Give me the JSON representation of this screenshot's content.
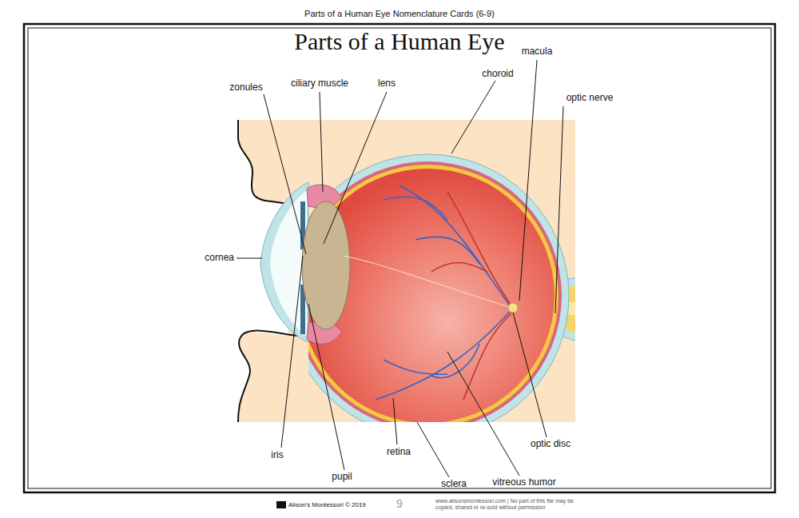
{
  "diagram": {
    "title": "Parts of a Human Eye",
    "labels": [
      "Parts of a Human Eye Nomenclature Cards (6-9)",
      "zonules",
      "ciliary muscle",
      "lens",
      "choroid",
      "macula",
      "optic nerve",
      "cornea",
      "iris",
      "pupil",
      "retina",
      "sclera",
      "vitreous humor",
      "optic disc",
      "Alison's Montessori © 2019",
      "9",
      "www.alisonsmontessori.com | No part of this file may be copied, shared or re-sold without permission"
    ]
  }
}
